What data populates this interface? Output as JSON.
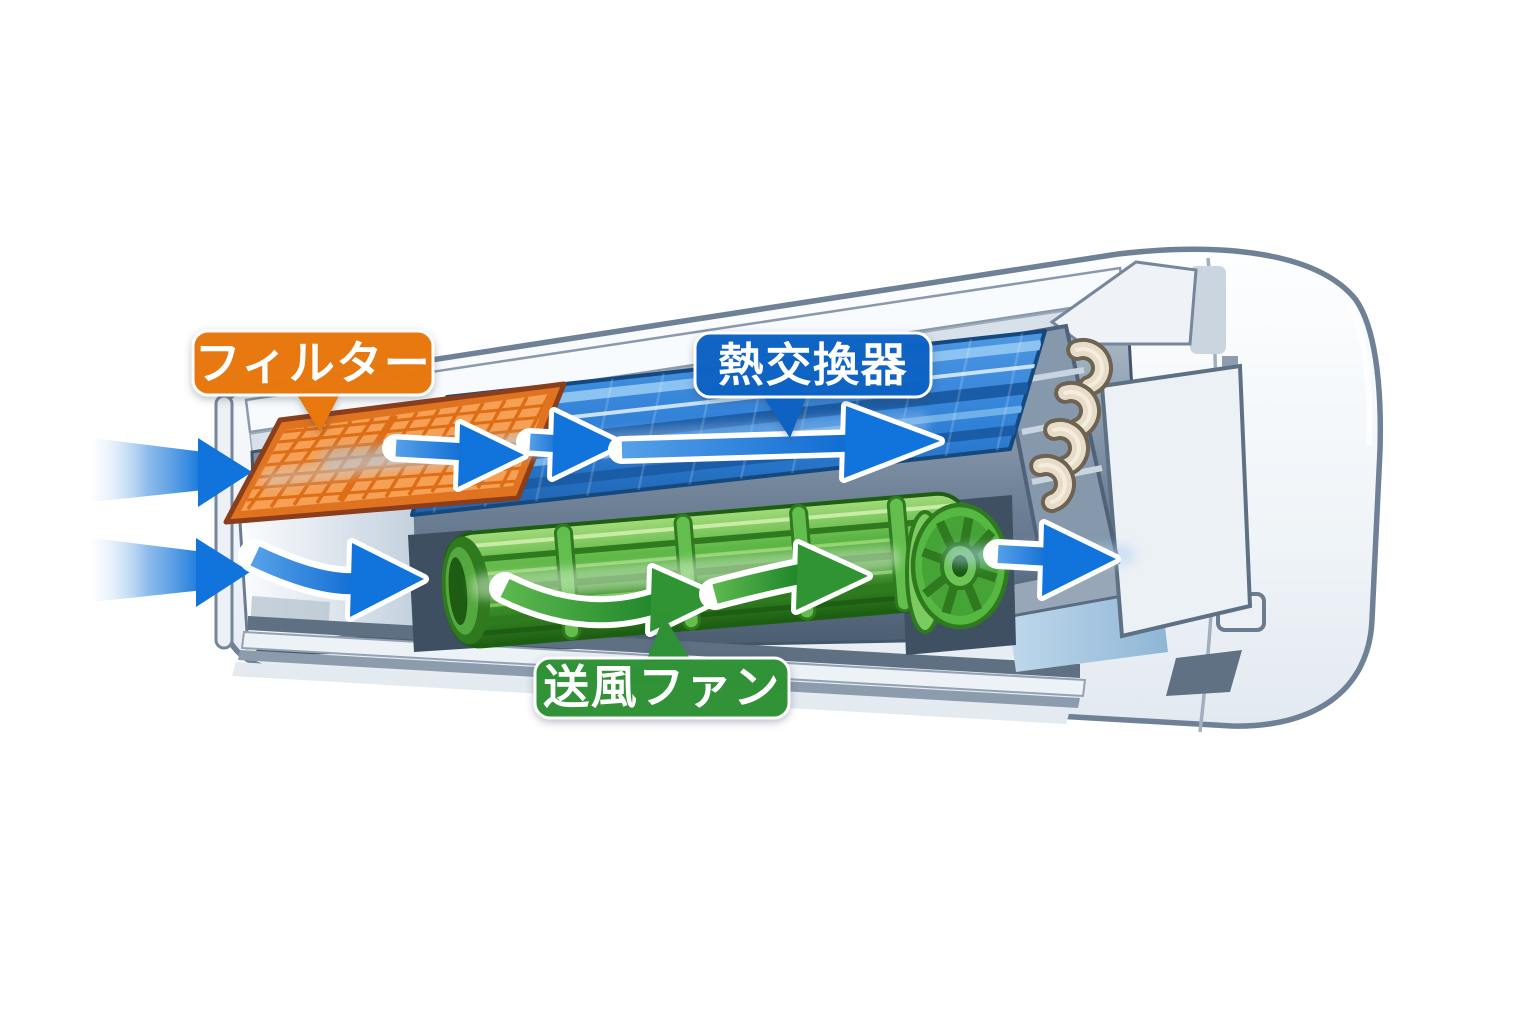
{
  "diagram": {
    "type": "cutaway-illustration",
    "subject": "wall-mounted air conditioner indoor unit airflow diagram",
    "labels": {
      "filter": "フィルター",
      "heat_exchanger": "熱交換器",
      "fan": "送風ファン"
    },
    "components": [
      "air filter mesh",
      "heat exchanger fins",
      "cross-flow blower fan",
      "refrigerant u-pipes",
      "air inlet arrows",
      "air outlet arrow"
    ],
    "colors": {
      "filter_label_bg": "#E8780F",
      "heat_exchanger_label_bg": "#0B62C4",
      "fan_label_bg": "#2E9135",
      "label_text": "#FFFFFF",
      "airflow_arrow_blue": "#1174DC",
      "airflow_arrow_green": "#2F9431",
      "filter_mesh": "#F6A055",
      "heat_exchanger_fins": "#2E7FD6",
      "fan_body_green": "#4AA838",
      "unit_body": "#F2F6FA",
      "pipes_tan": "#E7DCC8",
      "background": "#FFFFFF"
    }
  }
}
